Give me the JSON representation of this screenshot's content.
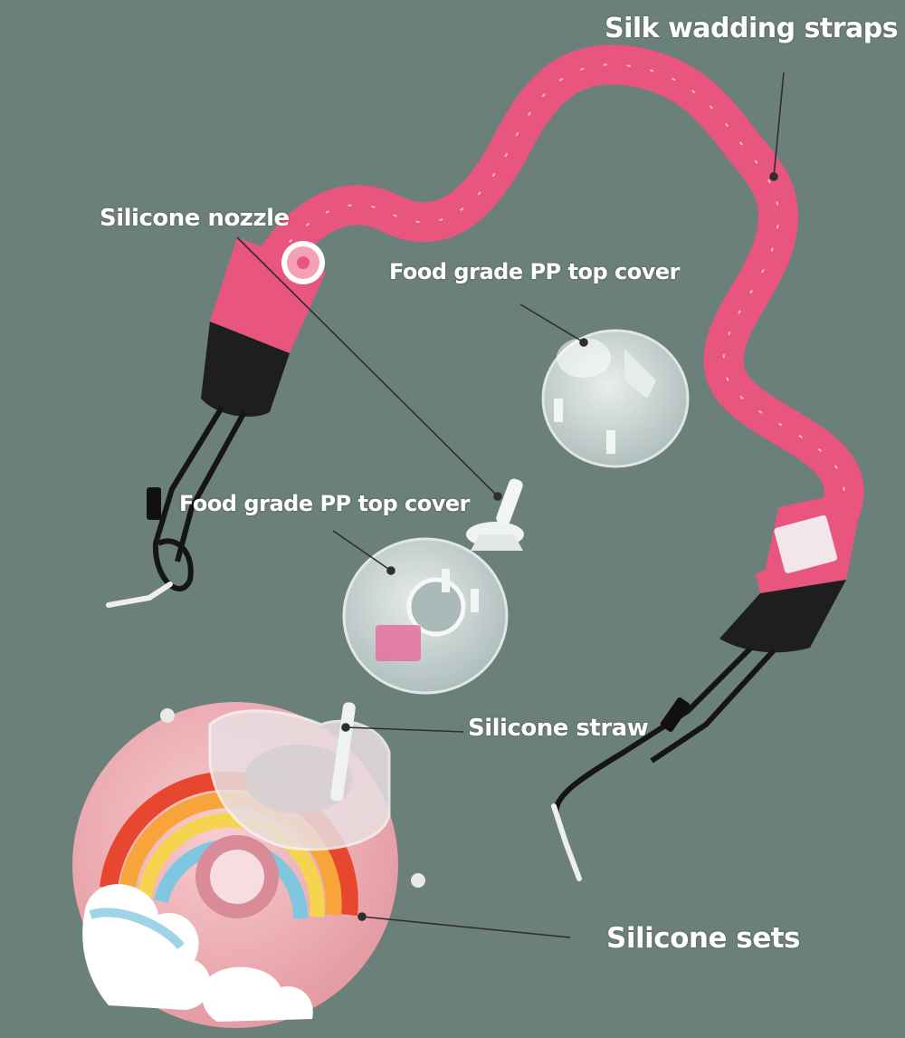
{
  "labels": {
    "silk_wadding_straps": "Silk wadding straps",
    "silicone_nozzle": "Silicone nozzle",
    "top_cover_upper": "Food grade PP top cover",
    "top_cover_lower": "Food grade PP top cover",
    "silicone_straw": "Silicone straw",
    "silicone_sets": "Silicone sets"
  },
  "colors": {
    "background": "#6b7f7b",
    "strap_pink": "#e8557f",
    "strap_black": "#1e1e1e",
    "bottle_pink": "#f2b8bd",
    "rainbow": [
      "#e8472f",
      "#f7a43a",
      "#f6d44f",
      "#7fc7e0"
    ],
    "label_text": "#ffffff"
  }
}
